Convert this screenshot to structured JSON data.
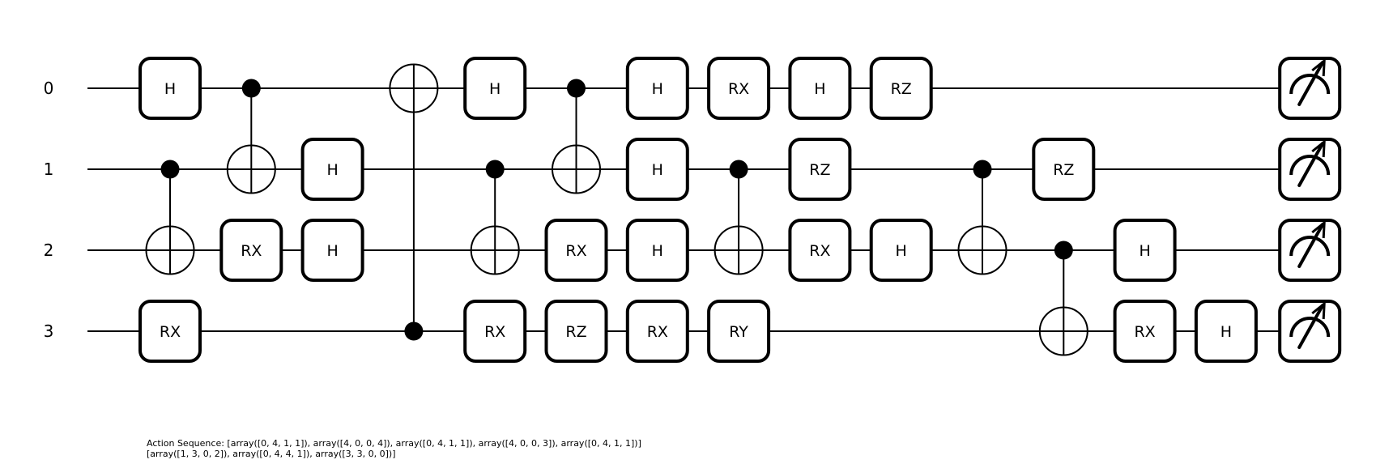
{
  "diagram": {
    "qubits": [
      "0",
      "1",
      "2",
      "3"
    ],
    "gates": [
      {
        "type": "single",
        "label": "H",
        "qubit": 0,
        "col": 0
      },
      {
        "type": "single",
        "label": "RX",
        "qubit": 3,
        "col": 0
      },
      {
        "type": "cnot",
        "control": 1,
        "target": 2,
        "col": 0
      },
      {
        "type": "cnot",
        "control": 0,
        "target": 1,
        "col": 1
      },
      {
        "type": "single",
        "label": "RX",
        "qubit": 2,
        "col": 1
      },
      {
        "type": "single",
        "label": "H",
        "qubit": 1,
        "col": 2
      },
      {
        "type": "single",
        "label": "H",
        "qubit": 2,
        "col": 2
      },
      {
        "type": "cnot",
        "control": 3,
        "target": 0,
        "col": 3
      },
      {
        "type": "single",
        "label": "H",
        "qubit": 0,
        "col": 4
      },
      {
        "type": "cnot",
        "control": 1,
        "target": 2,
        "col": 4
      },
      {
        "type": "single",
        "label": "RX",
        "qubit": 3,
        "col": 4
      },
      {
        "type": "cnot",
        "control": 0,
        "target": 1,
        "col": 5
      },
      {
        "type": "single",
        "label": "RX",
        "qubit": 2,
        "col": 5
      },
      {
        "type": "single",
        "label": "RZ",
        "qubit": 3,
        "col": 5
      },
      {
        "type": "single",
        "label": "H",
        "qubit": 0,
        "col": 6
      },
      {
        "type": "single",
        "label": "H",
        "qubit": 1,
        "col": 6
      },
      {
        "type": "single",
        "label": "H",
        "qubit": 2,
        "col": 6
      },
      {
        "type": "single",
        "label": "RX",
        "qubit": 3,
        "col": 6
      },
      {
        "type": "single",
        "label": "RX",
        "qubit": 0,
        "col": 7
      },
      {
        "type": "cnot",
        "control": 1,
        "target": 2,
        "col": 7
      },
      {
        "type": "single",
        "label": "RY",
        "qubit": 3,
        "col": 7
      },
      {
        "type": "single",
        "label": "H",
        "qubit": 0,
        "col": 8
      },
      {
        "type": "single",
        "label": "RZ",
        "qubit": 1,
        "col": 8
      },
      {
        "type": "single",
        "label": "RX",
        "qubit": 2,
        "col": 8
      },
      {
        "type": "single",
        "label": "RZ",
        "qubit": 0,
        "col": 9
      },
      {
        "type": "single",
        "label": "H",
        "qubit": 2,
        "col": 9
      },
      {
        "type": "cnot",
        "control": 1,
        "target": 2,
        "col": 10
      },
      {
        "type": "single",
        "label": "RZ",
        "qubit": 1,
        "col": 11
      },
      {
        "type": "cnot",
        "control": 2,
        "target": 3,
        "col": 11
      },
      {
        "type": "single",
        "label": "H",
        "qubit": 2,
        "col": 12
      },
      {
        "type": "single",
        "label": "RX",
        "qubit": 3,
        "col": 12
      },
      {
        "type": "single",
        "label": "H",
        "qubit": 3,
        "col": 13
      },
      {
        "type": "measure",
        "qubit": 0,
        "col": 14
      },
      {
        "type": "measure",
        "qubit": 1,
        "col": 14
      },
      {
        "type": "measure",
        "qubit": 2,
        "col": 14
      },
      {
        "type": "measure",
        "qubit": 3,
        "col": 14
      }
    ],
    "caption": [
      "Action Sequence: [array([0, 4, 1, 1]), array([4, 0, 0, 4]), array([0, 4, 1, 1]), array([4, 0, 0, 3]), array([0, 4, 1, 1])]",
      "[array([1, 3, 0, 2]), array([0, 4, 4, 1]), array([3, 3, 0, 0])]"
    ]
  }
}
